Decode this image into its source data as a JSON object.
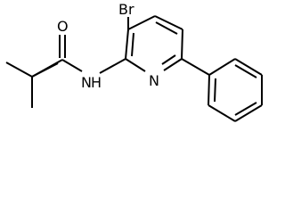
{
  "molecule": {
    "atom_labels": {
      "bromine": "Br",
      "oxygen": "O",
      "amide_nitrogen": "N",
      "amide_hydrogen": "H",
      "ring_nitrogen": "N"
    }
  }
}
